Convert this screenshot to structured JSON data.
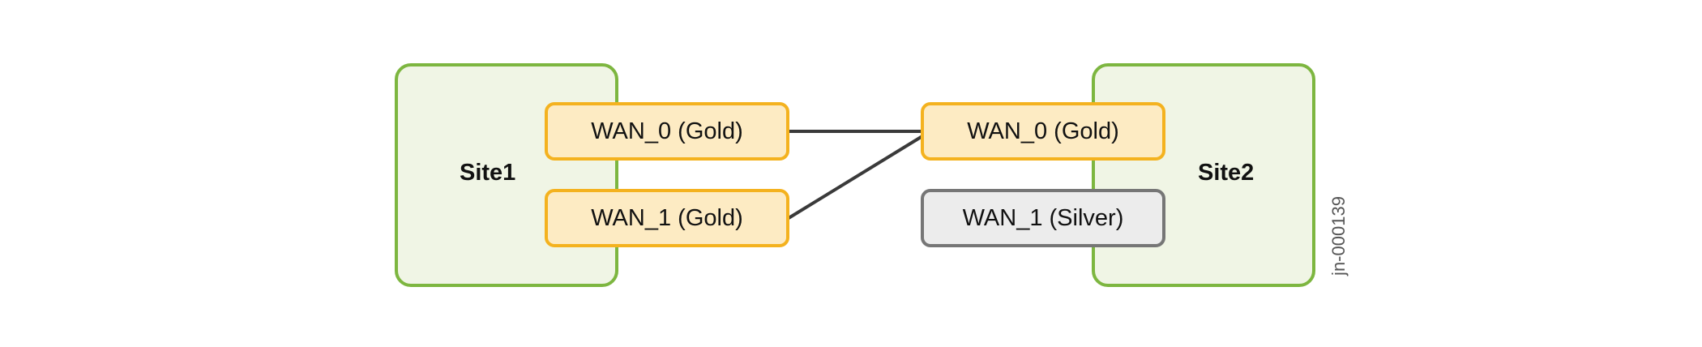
{
  "site1": {
    "label": "Site1",
    "wans": [
      {
        "label": "WAN_0 (Gold)",
        "tier": "Gold"
      },
      {
        "label": "WAN_1 (Gold)",
        "tier": "Gold"
      }
    ]
  },
  "site2": {
    "label": "Site2",
    "wans": [
      {
        "label": "WAN_0 (Gold)",
        "tier": "Gold"
      },
      {
        "label": "WAN_1 (Silver)",
        "tier": "Silver"
      }
    ]
  },
  "links": [
    {
      "from": "Site1 WAN_0 (Gold)",
      "to": "Site2 WAN_0 (Gold)"
    },
    {
      "from": "Site1 WAN_1 (Gold)",
      "to": "Site2 WAN_0 (Gold)"
    }
  ],
  "figure_id": "jn-000139",
  "colors": {
    "site_border": "#7db640",
    "site_fill": "#f0f5e5",
    "gold_border": "#f4b21f",
    "gold_fill": "#fdebc3",
    "silver_border": "#767676",
    "silver_fill": "#ececec",
    "link": "#3a3a3a"
  }
}
